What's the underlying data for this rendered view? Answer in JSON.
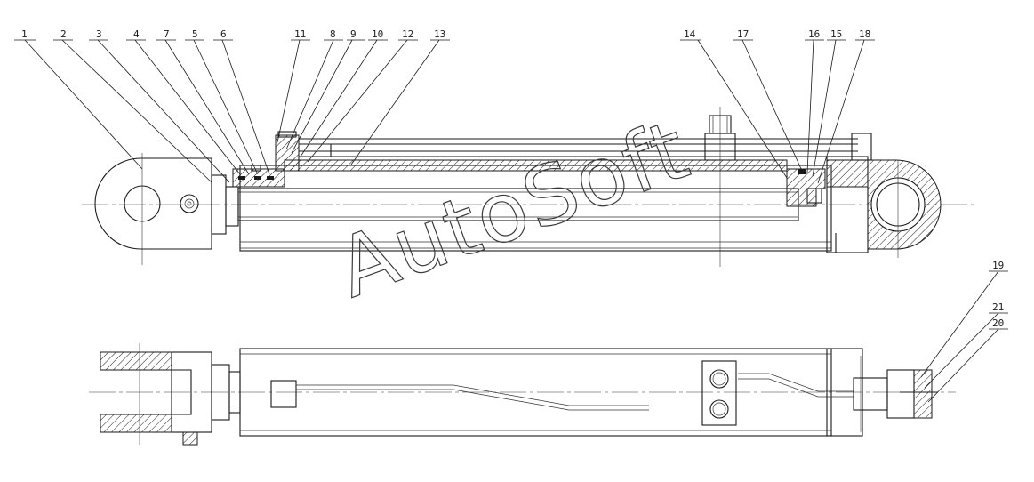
{
  "watermark": "AutoSoft",
  "callouts_top": [
    "1",
    "2",
    "3",
    "4",
    "7",
    "5",
    "6",
    "11",
    "8",
    "9",
    "10",
    "12",
    "13",
    "14",
    "17",
    "16",
    "15",
    "18"
  ],
  "callouts_right": [
    "19",
    "21",
    "20"
  ]
}
